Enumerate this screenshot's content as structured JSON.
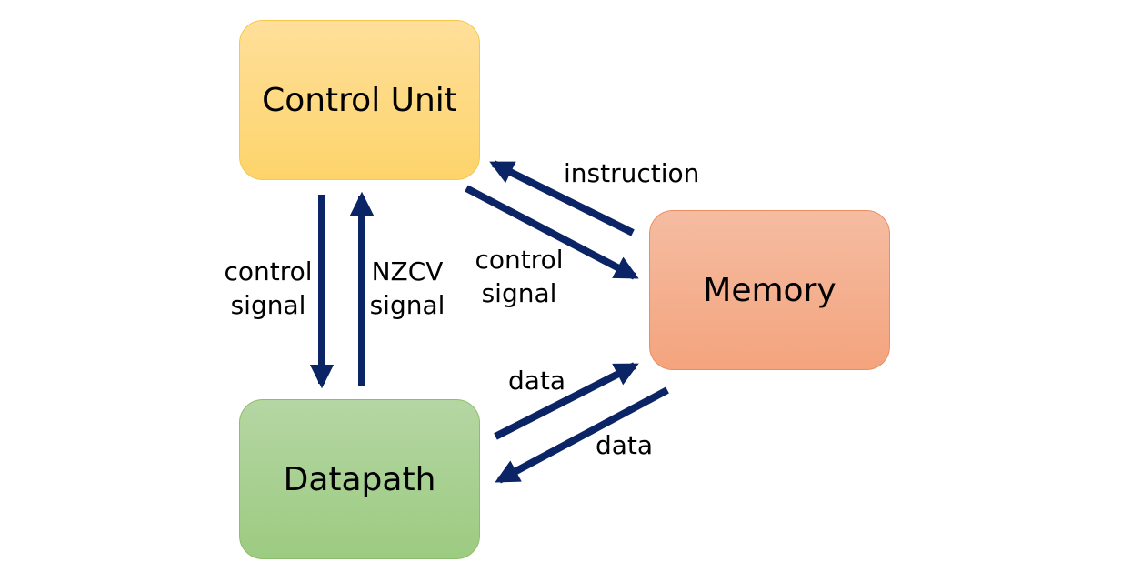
{
  "colors": {
    "arrow": "#0b2466",
    "control_top": "#ffdf9a",
    "control_bottom": "#fdd46b",
    "memory_top": "#f5bca2",
    "memory_bottom": "#f4a47d",
    "datapath_top": "#b5d6a3",
    "datapath_bottom": "#9ccb81"
  },
  "boxes": {
    "control_unit": "Control Unit",
    "memory": "Memory",
    "datapath": "Datapath"
  },
  "labels": {
    "control_to_datapath": {
      "line1": "control",
      "line2": "signal"
    },
    "datapath_to_control": {
      "line1": "NZCV",
      "line2": "signal"
    },
    "control_to_memory": {
      "line1": "control",
      "line2": "signal"
    },
    "memory_to_control": "instruction",
    "datapath_to_memory": "data",
    "memory_to_datapath": "data"
  }
}
